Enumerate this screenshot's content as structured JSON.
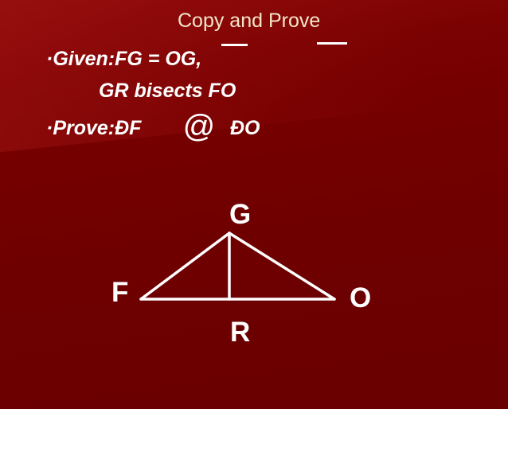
{
  "slide": {
    "title": "Copy and Prove",
    "given_line1": "·Given:FG = OG,",
    "given_line2": "GR bisects FO",
    "prove_prefix": "·Prove:ÐF",
    "prove_symbol": "@",
    "prove_suffix": "ÐO"
  },
  "diagram": {
    "labels": {
      "G": "G",
      "F": "F",
      "O": "O",
      "R": "R"
    }
  },
  "colors": {
    "background": "#6e0000",
    "title_text": "#f4e6c8",
    "text": "#ffffff",
    "lines": "#ffffff"
  }
}
